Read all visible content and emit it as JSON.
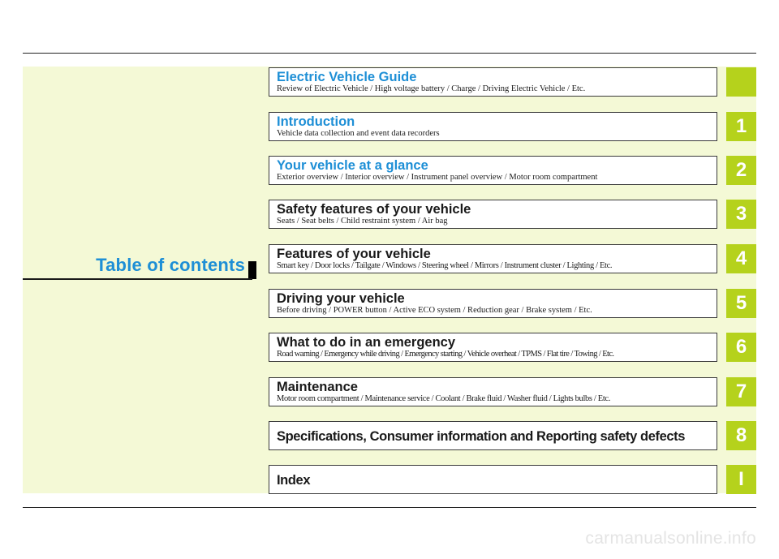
{
  "toc_title": "Table of contents",
  "colors": {
    "tab_green": "#b5d21c",
    "title_blue": "#1e8fd6",
    "panel_background": "#f4f9d6"
  },
  "chapters": [
    {
      "title": "Electric Vehicle Guide",
      "desc": "Review of Electric Vehicle / High voltage battery / Charge  / Driving Electric Vehicle / Etc.",
      "tab": ""
    },
    {
      "title": "Introduction",
      "desc": "Vehicle data collection and event data recorders",
      "tab": "1"
    },
    {
      "title": "Your vehicle at a glance",
      "desc": "Exterior overview / Interior overview / Instrument panel overview / Motor room compartment",
      "tab": "2"
    },
    {
      "title": "Safety features of your vehicle",
      "desc": "Seats / Seat belts / Child restraint system / Air bag",
      "tab": "3"
    },
    {
      "title": "Features of your vehicle",
      "desc": "Smart key / Door locks / Tailgate / Windows / Steering wheel / Mirrors / Instrument cluster / Lighting / Etc.",
      "tab": "4"
    },
    {
      "title": "Driving your vehicle",
      "desc": "Before driving / POWER button / Active ECO system / Reduction gear / Brake system / Etc.",
      "tab": "5"
    },
    {
      "title": "What to do in an emergency",
      "desc": "Road warning / Emergency while driving / Emergency starting / Vehicle overheat / TPMS / Flat tire / Towing / Etc.",
      "tab": "6"
    },
    {
      "title": "Maintenance",
      "desc": "Motor room compartment / Maintenance service / Coolant / Brake fluid / Washer fluid / Lights bulbs / Etc.",
      "tab": "7"
    },
    {
      "title": "Specifications, Consumer information and Reporting safety defects",
      "desc": "",
      "tab": "8"
    },
    {
      "title": "Index",
      "desc": "",
      "tab": "I"
    }
  ],
  "watermark": "carmanualsonline.info"
}
